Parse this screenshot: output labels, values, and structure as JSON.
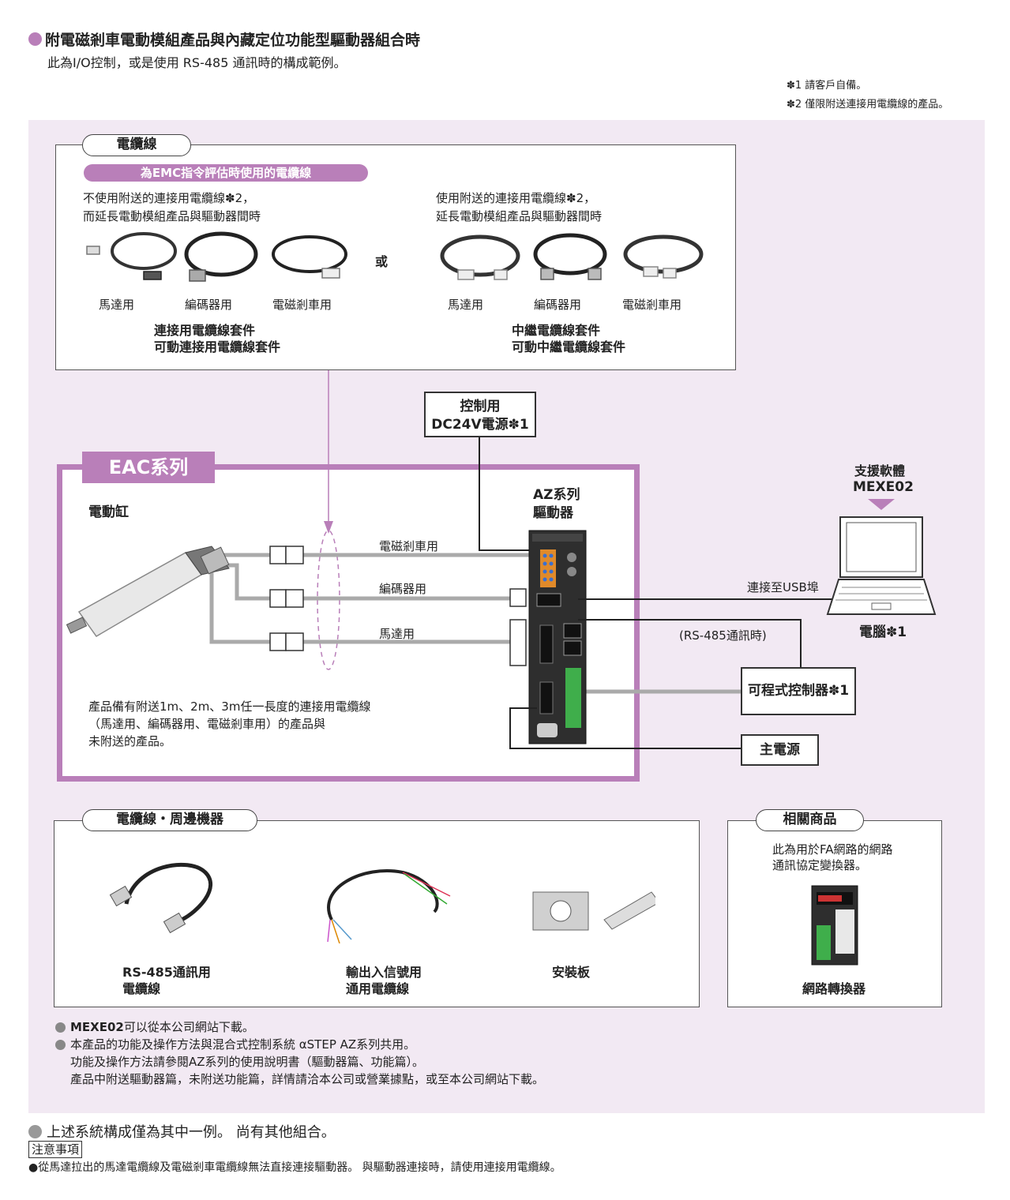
{
  "header": {
    "title": "附電磁剎車電動模組產品與內藏定位功能型驅動器組合時",
    "subtitle": "此為I/O控制，或是使用 RS-485 通訊時的構成範例。",
    "note1": "✽1 請客戶自備。",
    "note2": "✽2 僅限附送連接用電纜線的產品。"
  },
  "cable_box": {
    "pill": "電纜線",
    "band": "為EMC指令評估時使用的電纜線",
    "left_desc_1": "不使用附送的連接用電纜線✽2，",
    "left_desc_2": "而延長電動模組產品與驅動器間時",
    "right_desc_1": "使用附送的連接用電纜線✽2，",
    "right_desc_2": "延長電動模組產品與驅動器間時",
    "or": "或",
    "left_labels": [
      "馬達用",
      "編碼器用",
      "電磁剎車用"
    ],
    "right_labels": [
      "馬達用",
      "編碼器用",
      "電磁剎車用"
    ],
    "left_kit_1": "連接用電纜線套件",
    "left_kit_2": "可動連接用電纜線套件",
    "right_kit_1": "中繼電纜線套件",
    "right_kit_2": "可動中繼電纜線套件"
  },
  "power": {
    "line1": "控制用",
    "line2": "DC24V電源✽1"
  },
  "eac": {
    "tab": "EAC系列",
    "actuator": "電動缸",
    "driver_1": "AZ系列",
    "driver_2": "驅動器",
    "cable_brake": "電磁剎車用",
    "cable_encoder": "編碼器用",
    "cable_motor": "馬達用",
    "note_1": "產品備有附送1m、2m、3m任一長度的連接用電纜線",
    "note_2": "（馬達用、編碼器用、電磁剎車用）的產品與",
    "note_3": "未附送的產品。"
  },
  "software": {
    "line1": "支援軟體",
    "line2": "MEXE02"
  },
  "pc": {
    "usb": "連接至USB埠",
    "label": "電腦✽1",
    "rs485": "(RS-485通訊時)"
  },
  "plc": "可程式控制器✽1",
  "main_power": "主電源",
  "peripherals": {
    "pill": "電纜線・周邊機器",
    "rs485_1": "RS-485通訊用",
    "rs485_2": "電纜線",
    "io_1": "輸出入信號用",
    "io_2": "通用電纜線",
    "mount": "安裝板"
  },
  "related": {
    "pill": "相關商品",
    "desc_1": "此為用於FA網路的網路",
    "desc_2": "通訊協定變換器。",
    "label": "網路轉換器"
  },
  "footnotes": {
    "f1_bold": "MEXE02",
    "f1_rest": "可以從本公司網站下載。",
    "f2": "本產品的功能及操作方法與混合式控制系統 αSTEP AZ系列共用。",
    "f3": "功能及操作方法請參閱AZ系列的使用說明書（驅動器篇、功能篇）。",
    "f4": "產品中附送驅動器篇，未附送功能篇，詳情請洽本公司或營業據點，或至本公司網站下載。"
  },
  "bottom": {
    "line1": "上述系統構成僅為其中一例。 尚有其他組合。",
    "caution": "注意事項",
    "line2": "●從馬達拉出的馬達電纜線及電磁剎車電纜線無法直接連接驅動器。 與驅動器連接時，請使用連接用電纜線。"
  },
  "colors": {
    "accent": "#b97fb9",
    "panel": "#f2e9f3",
    "cable": "#aaaaaa"
  }
}
